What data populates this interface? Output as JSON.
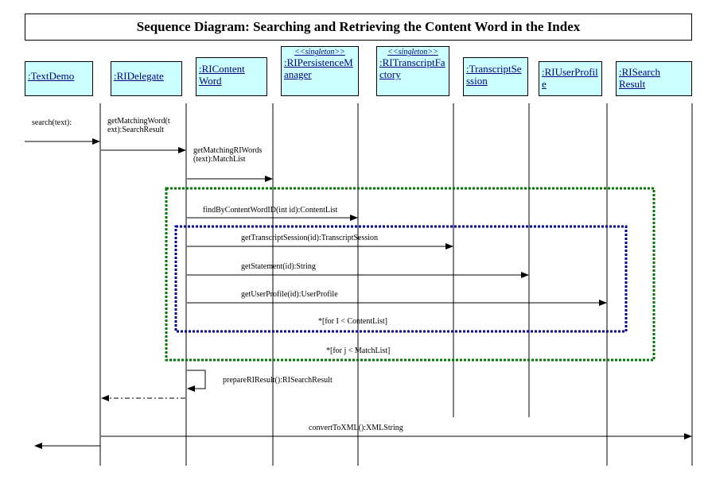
{
  "diagram": {
    "title": "Sequence Diagram: Searching and Retrieving the Content Word in the Index",
    "objects": [
      {
        "stereotype": "",
        "name": ":TextDemo"
      },
      {
        "stereotype": "",
        "name": ":RIDelegate"
      },
      {
        "stereotype": "",
        "name": ":RIContent Word"
      },
      {
        "stereotype": "<<singleton>>",
        "name": ":RIPersistenceManager"
      },
      {
        "stereotype": "<<singleton>>",
        "name": ":RITranscriptFactory"
      },
      {
        "stereotype": "",
        "name": ":TranscriptSession"
      },
      {
        "stereotype": "",
        "name": ":RIUserProfile"
      },
      {
        "stereotype": "",
        "name": ":RISearch Result"
      }
    ],
    "messages": [
      {
        "label": "search(text):"
      },
      {
        "label": "getMatchingWord(text):SearchResult"
      },
      {
        "label": "getMatchingRIWords(text):MatchList"
      },
      {
        "label": "findByContentWordID(int id):ContentList"
      },
      {
        "label": "getTranscriptSession(id):TranscriptSession"
      },
      {
        "label": "getStatement(id):String"
      },
      {
        "label": "getUserProfile(id):UserProfile"
      },
      {
        "label": "prepareRIResult():RISearchResult"
      },
      {
        "label": "convertToXML():XMLString"
      }
    ],
    "loops": [
      {
        "label": "*[for I < ContentList]"
      },
      {
        "label": "*[for j < MatchList]"
      }
    ]
  }
}
